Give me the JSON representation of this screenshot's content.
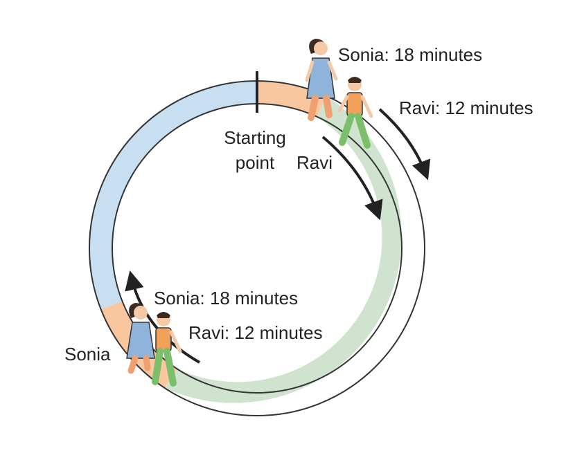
{
  "labels": {
    "sonia_top": "Sonia: 18 minutes",
    "ravi_top": "Ravi: 12 minutes",
    "start_line1": "Starting",
    "start_line2": "point",
    "ravi_name": "Ravi",
    "sonia_bottom": "Sonia: 18 minutes",
    "ravi_bottom": "Ravi: 12 minutes",
    "sonia_name": "Sonia"
  },
  "colors": {
    "track_blue": "#c7dff0",
    "track_orange": "#f8c7a0",
    "track_green": "#cfe3cf",
    "outline": "#333333",
    "arrow": "#222222",
    "sonia_dress": "#8fb4dc",
    "sonia_pants": "#f0a070",
    "ravi_shirt": "#f2a15a",
    "ravi_pants": "#7bbf6a",
    "skin": "#f3c9a8",
    "hair": "#3a2a20"
  },
  "icons": [
    "sonia-figure-icon",
    "ravi-figure-icon"
  ]
}
